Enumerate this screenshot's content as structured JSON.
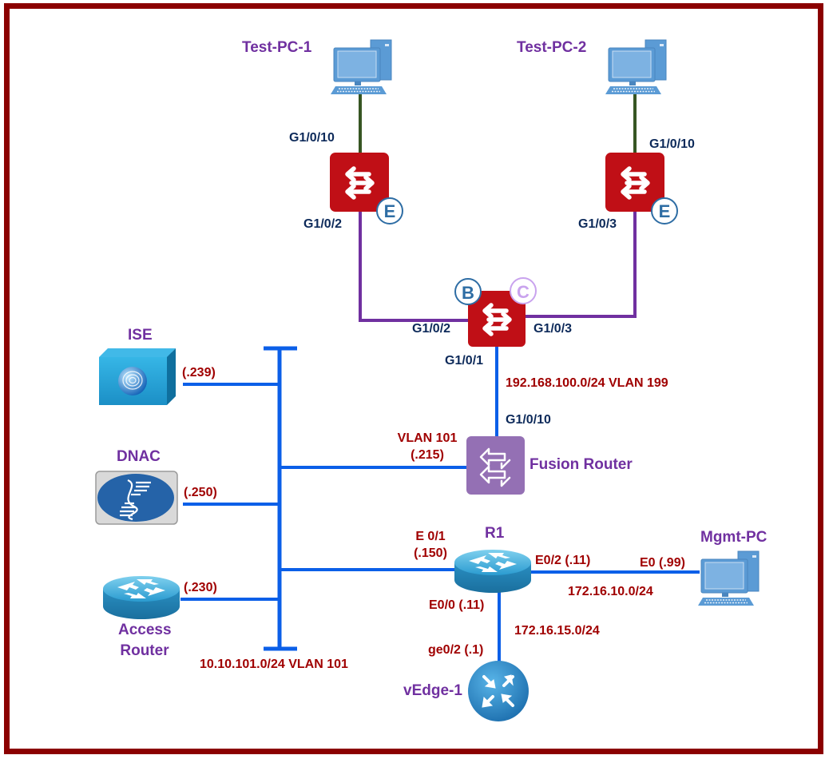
{
  "colors": {
    "frame": "#8b0000",
    "device_label": "#7030a0",
    "port_label": "#0d2a5a",
    "ip_label": "#a00000",
    "link_access": "#375623",
    "link_fabric": "#7030a0",
    "link_network": "#0b5fe8",
    "switch_red": "#c00f16",
    "fusion_purple": "#9470b4",
    "router_blue": "#2a9bd0"
  },
  "devices": {
    "test_pc_1": "Test-PC-1",
    "test_pc_2": "Test-PC-2",
    "ise": "ISE",
    "dnac": "DNAC",
    "access_router_line1": "Access",
    "access_router_line2": "Router",
    "fusion_router": "Fusion Router",
    "r1": "R1",
    "mgmt_pc": "Mgmt-PC",
    "vedge_1": "vEdge-1"
  },
  "badges": {
    "edge_left": "E",
    "edge_right": "E",
    "border": "B",
    "control": "C"
  },
  "ports": {
    "edge1_uplink_pc": "G1/0/10",
    "edge1_downlink": "G1/0/2",
    "edge2_uplink_pc": "G1/0/10",
    "edge2_downlink": "G1/0/3",
    "border_left": "G1/0/2",
    "border_right": "G1/0/3",
    "border_down": "G1/0/1",
    "fusion_up": "G1/0/10",
    "r1_e01": "E 0/1",
    "r1_e02": "E0/2 (.11)",
    "r1_e00": "E0/0 (.11)",
    "mgmt_e0": "E0 (.99)",
    "vedge_ge02": "ge0/2 (.1)"
  },
  "addresses": {
    "ise": "(.239)",
    "dnac": "(.250)",
    "access_router": "(.230)",
    "fusion_vlan": "VLAN 101",
    "fusion_ip": "(.215)",
    "r1_e01_ip": "(.150)",
    "border_fusion_subnet": "192.168.100.0/24 VLAN 199",
    "mgmt_subnet": "172.16.10.0/24",
    "vedge_subnet": "172.16.15.0/24",
    "bus_subnet": "10.10.101.0/24 VLAN 101"
  }
}
